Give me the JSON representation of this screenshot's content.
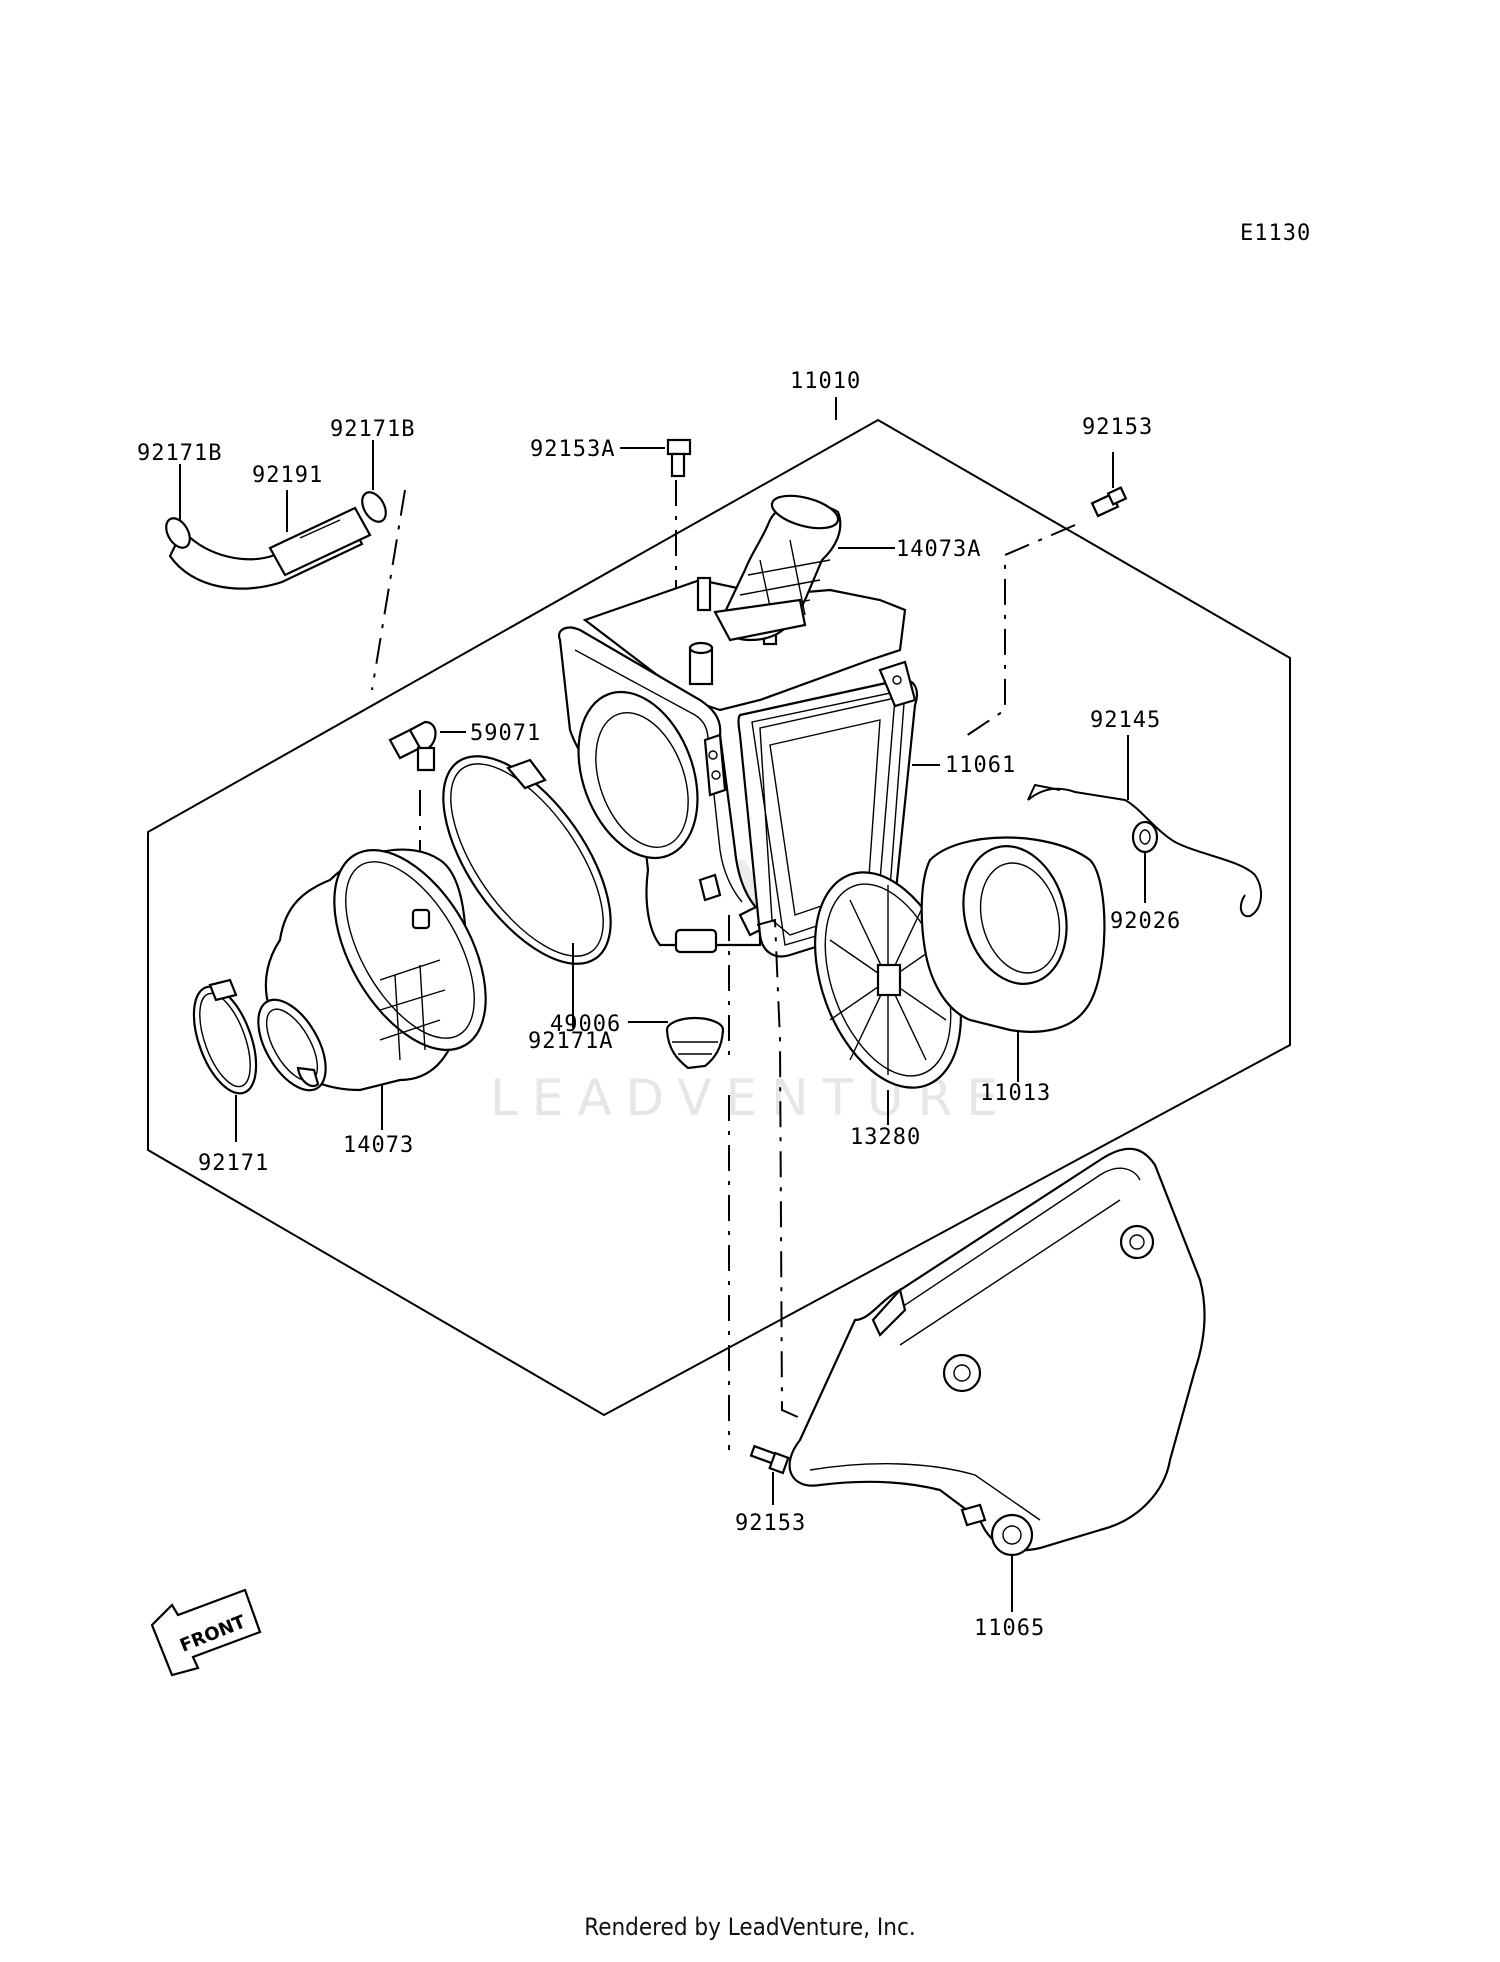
{
  "diagram_code": "E1130",
  "watermark": "LEADVENTURE",
  "direction_label": "FRONT",
  "footer": "Rendered by LeadVenture, Inc.",
  "parts": {
    "p11010": "11010",
    "p92171B_left": "92171B",
    "p92171B_right": "92171B",
    "p92191": "92191",
    "p92153A": "92153A",
    "p92153_top": "92153",
    "p14073A": "14073A",
    "p59071": "59071",
    "p11061": "11061",
    "p92145": "92145",
    "p92026": "92026",
    "p92171A": "92171A",
    "p49006": "49006",
    "p11013": "11013",
    "p13280": "13280",
    "p92171": "92171",
    "p14073": "14073",
    "p92153_bottom": "92153",
    "p11065": "11065"
  }
}
